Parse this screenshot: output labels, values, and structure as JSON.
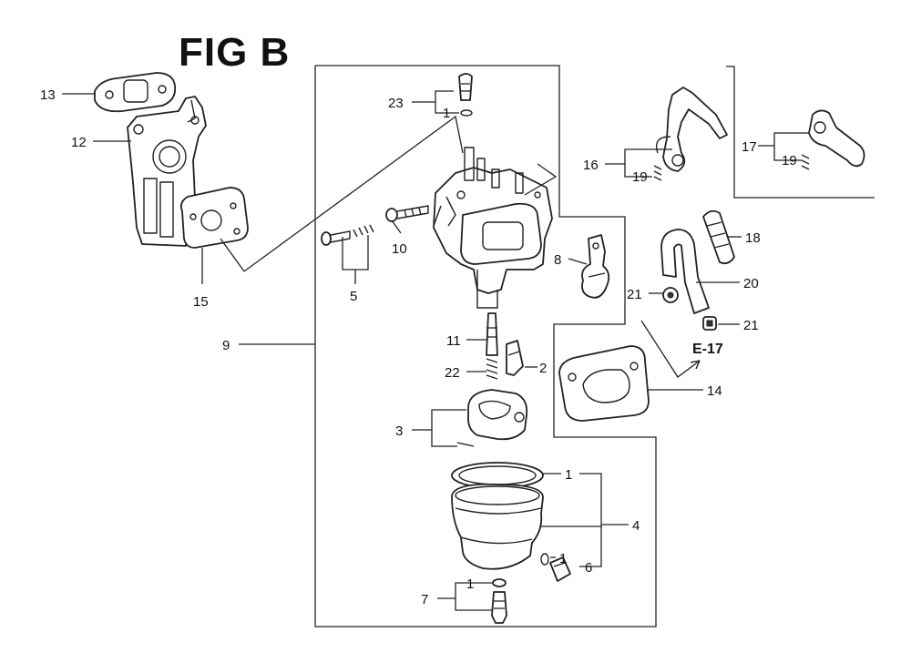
{
  "title": "FIG B",
  "callouts": {
    "p1a": "1",
    "p1b": "1",
    "p1c": "1",
    "p1d": "1",
    "p2": "2",
    "p3": "3",
    "p4": "4",
    "p5": "5",
    "p6": "6",
    "p7": "7",
    "p8": "8",
    "p9": "9",
    "p10": "10",
    "p11": "11",
    "p12": "12",
    "p13": "13",
    "p14": "14",
    "p15": "15",
    "p16": "16",
    "p17": "17",
    "p18": "18",
    "p19a": "19",
    "p19b": "19",
    "p20": "20",
    "p21a": "21",
    "p21b": "21",
    "p22": "22",
    "p23": "23"
  },
  "reference": "E-17"
}
